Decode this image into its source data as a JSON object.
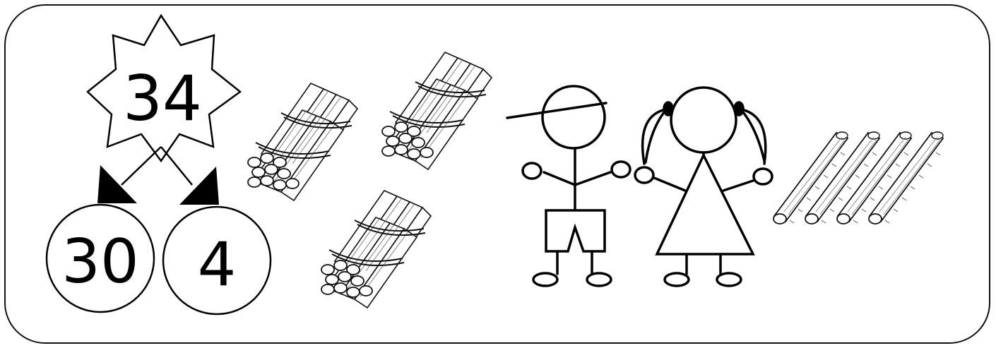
{
  "whole_number": "34",
  "tens_part": "30",
  "ones_part": "4",
  "counts": {
    "ten_bundles": 3,
    "single_sticks": 4,
    "children": 2
  },
  "colors": {
    "ink": "#000000",
    "paper": "#ffffff"
  }
}
